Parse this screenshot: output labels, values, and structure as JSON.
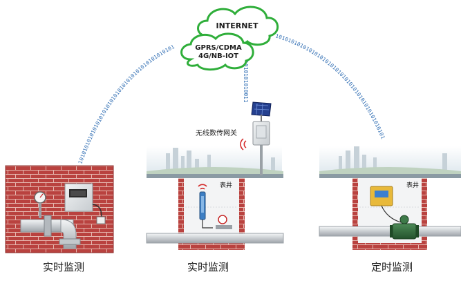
{
  "cloud": {
    "internet": "INTERNET",
    "network_line1": "GPRS/CDMA",
    "network_line2": "4G/NB-IOT"
  },
  "gateway": {
    "label": "无线数传网关"
  },
  "data_streams": {
    "left": "10101010101010101010101010101010101010101010101",
    "center": "101010101010011",
    "right": "10101010101010101010101010101010101010101010101"
  },
  "stations": [
    {
      "caption": "实时监测"
    },
    {
      "caption": "实时监测",
      "well_label": "表井"
    },
    {
      "caption": "定时监测",
      "well_label": "表井"
    }
  ],
  "colors": {
    "brick": "#b9423f",
    "brick_mortar": "#e6b8b0",
    "cloud_outline": "#2fae3a",
    "bits": "#2f6db3",
    "pipe": "#d9dde0",
    "flowmeter": "#2f6b3a"
  }
}
